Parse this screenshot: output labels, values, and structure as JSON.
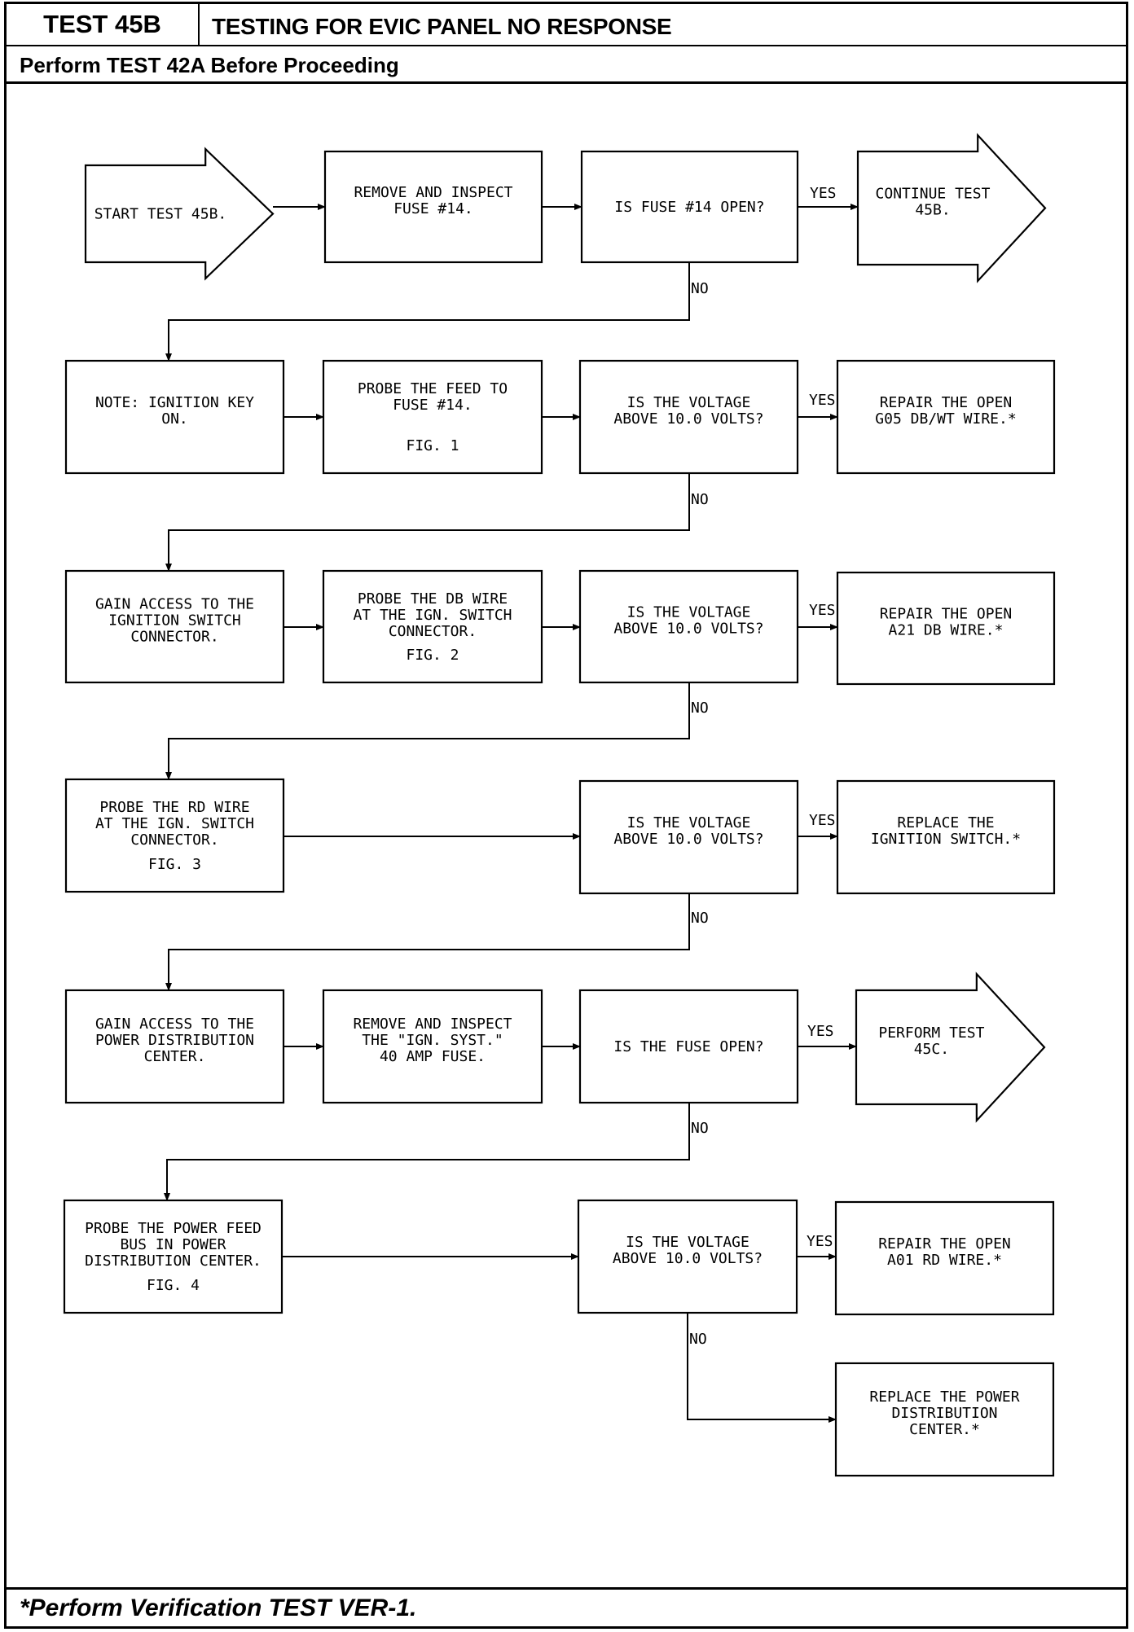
{
  "header": {
    "test_id": "TEST 45B",
    "title": "TESTING FOR EVIC PANEL NO RESPONSE",
    "prerequisite": "Perform TEST 42A Before Proceeding"
  },
  "footer": {
    "note": "*Perform Verification TEST VER-1."
  },
  "flow": {
    "start": [
      "START TEST 45B."
    ],
    "remove_fuse14": [
      "REMOVE AND INSPECT",
      "FUSE #14."
    ],
    "q_fuse14_open": [
      "IS FUSE #14 OPEN?"
    ],
    "continue_45b": [
      "CONTINUE TEST",
      "45B."
    ],
    "note_ignition": [
      "NOTE: IGNITION KEY",
      "ON."
    ],
    "probe_feed_fuse14": [
      "PROBE THE FEED TO",
      "FUSE #14.",
      "",
      "FIG. 1"
    ],
    "q_voltage_1": [
      "IS THE VOLTAGE",
      "ABOVE 10.0 VOLTS?"
    ],
    "repair_g05": [
      "REPAIR THE OPEN",
      "G05 DB/WT WIRE.*"
    ],
    "gain_access_ign": [
      "GAIN ACCESS TO THE",
      "IGNITION SWITCH",
      "CONNECTOR."
    ],
    "probe_db_wire": [
      "PROBE THE DB WIRE",
      "AT THE IGN. SWITCH",
      "CONNECTOR.",
      "FIG. 2"
    ],
    "q_voltage_2": [
      "IS THE VOLTAGE",
      "ABOVE 10.0 VOLTS?"
    ],
    "repair_a21": [
      "REPAIR THE OPEN",
      "A21 DB WIRE.*"
    ],
    "probe_rd_wire": [
      "PROBE THE RD WIRE",
      "AT THE IGN. SWITCH",
      "CONNECTOR.",
      "FIG. 3"
    ],
    "q_voltage_3": [
      "IS THE VOLTAGE",
      "ABOVE 10.0 VOLTS?"
    ],
    "replace_ign_switch": [
      "REPLACE THE",
      "IGNITION SWITCH.*"
    ],
    "gain_access_pdc": [
      "GAIN ACCESS TO THE",
      "POWER DISTRIBUTION",
      "CENTER."
    ],
    "remove_ign_syst_fuse": [
      "REMOVE AND INSPECT",
      "THE \"IGN. SYST.\"",
      "40 AMP FUSE."
    ],
    "q_fuse_open": [
      "IS THE FUSE OPEN?"
    ],
    "perform_45c": [
      "PERFORM TEST",
      "45C."
    ],
    "probe_power_feed": [
      "PROBE THE POWER FEED",
      "BUS IN POWER",
      "DISTRIBUTION CENTER.",
      "FIG. 4"
    ],
    "q_voltage_4": [
      "IS THE VOLTAGE",
      "ABOVE 10.0 VOLTS?"
    ],
    "repair_a01": [
      "REPAIR THE OPEN",
      "A01 RD WIRE.*"
    ],
    "replace_pdc": [
      "REPLACE THE POWER",
      "DISTRIBUTION",
      "CENTER.*"
    ]
  },
  "labels": {
    "yes": "YES",
    "no": "NO"
  }
}
